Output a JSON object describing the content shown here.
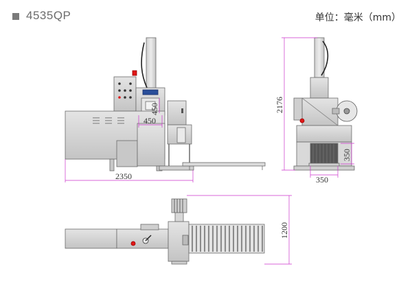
{
  "header": {
    "model": "4535QP",
    "unit_label": "单位：毫米（mm）"
  },
  "dimensions": {
    "front_width": "2350",
    "opening_width": "450",
    "opening_height": "450",
    "side_height": "2176",
    "side_width": "350",
    "side_opening_height": "350",
    "top_length": "1200"
  },
  "colors": {
    "dimension_line": "#cc33cc",
    "machine_fill": "#d6d6d6",
    "machine_stroke": "#6a6a6a",
    "accent_red": "#e01818",
    "accent_blue": "#2a4f9a"
  }
}
